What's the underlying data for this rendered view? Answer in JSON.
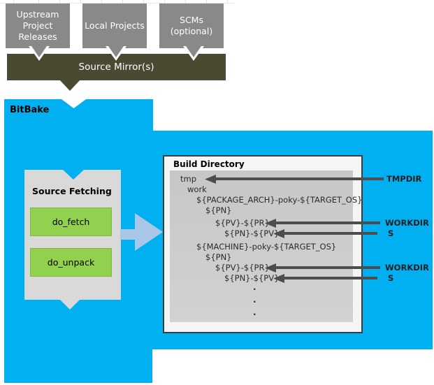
{
  "top": {
    "boxes": [
      {
        "label": "Upstream Project Releases"
      },
      {
        "label": "Local Projects"
      },
      {
        "label": "SCMs (optional)"
      }
    ],
    "mirror_label": "Source Mirror(s)"
  },
  "bitbake": {
    "label": "BitBake"
  },
  "source_fetching": {
    "title": "Source Fetching",
    "tasks": [
      "do_fetch",
      "do_unpack"
    ]
  },
  "build_directory": {
    "title": "Build Directory",
    "tree": [
      "tmp",
      "work",
      "${PACKAGE_ARCH}-poky-${TARGET_OS}",
      "${PN}",
      "${PV}-${PR}",
      "${PN}-${PV}",
      "${MACHINE}-poky-${TARGET_OS}",
      "${PN}",
      "${PV}-${PR}",
      "${PN}-${PV}",
      ".",
      ".",
      "."
    ]
  },
  "annotations": [
    {
      "label": "TMPDIR",
      "target": "tmp"
    },
    {
      "label": "WORKDIR",
      "target": "${PV}-${PR}"
    },
    {
      "label": "S",
      "target": "${PN}-${PV}"
    },
    {
      "label": "WORKDIR",
      "target": "${PV}-${PR}"
    },
    {
      "label": "S",
      "target": "${PN}-${PV}"
    }
  ],
  "colors": {
    "bitbake_blue": "#00b0f0",
    "source_box_gray": "#898989",
    "mirror_olive": "#4a4a33",
    "fetch_panel_gray": "#d9d9d9",
    "task_green": "#92d050",
    "flow_arrow_blue": "#a9c7e8",
    "annotation_arrow_gray": "#4d4d4d",
    "tree_panel_gray": "#cbcbcb"
  }
}
